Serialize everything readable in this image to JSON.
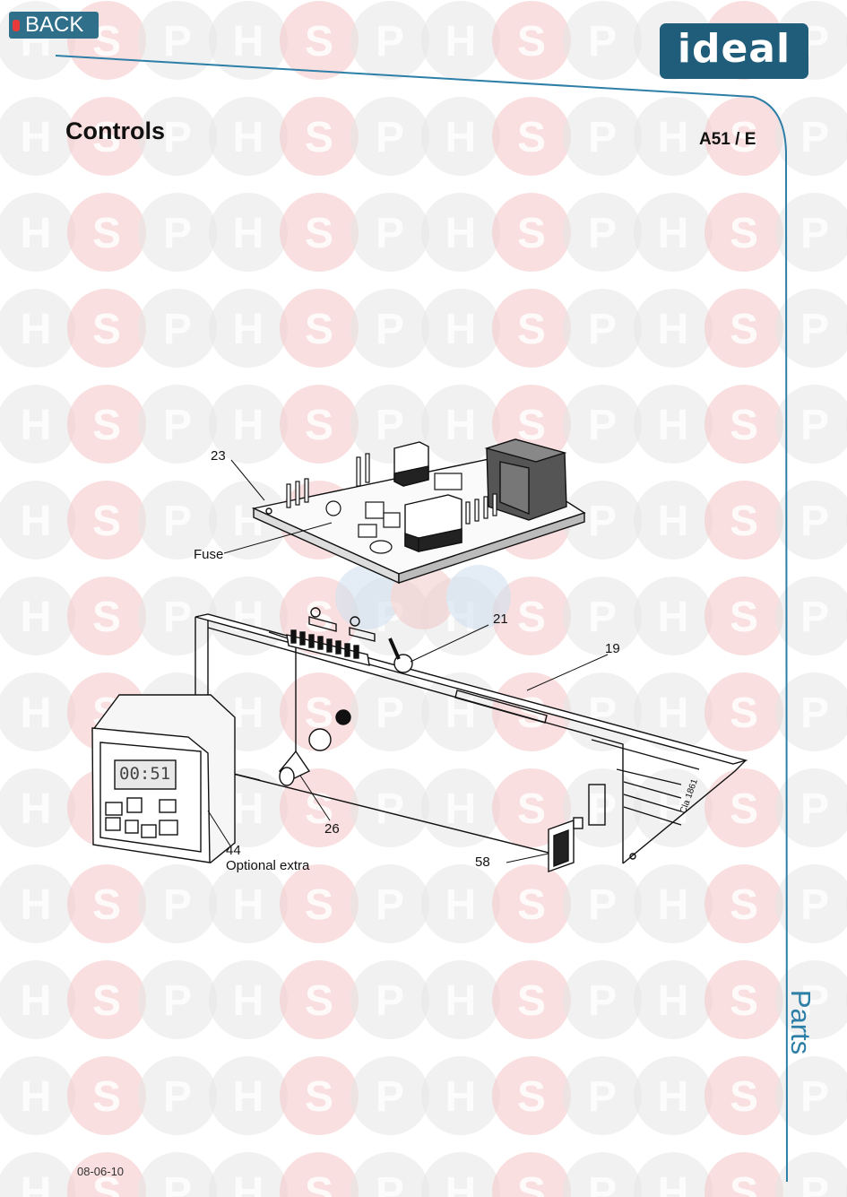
{
  "nav": {
    "back_label": "BACK"
  },
  "brand": {
    "logo_text": "ideal",
    "color": "#1f5d7a"
  },
  "watermark": {
    "letters": [
      "H",
      "S",
      "P"
    ]
  },
  "page": {
    "title": "Controls",
    "model": "A51 / E",
    "section": "Parts",
    "date": "08-06-10"
  },
  "diagram": {
    "labels": {
      "p23": "23",
      "fuse": "Fuse",
      "p21": "21",
      "p19": "19",
      "p26": "26",
      "p44": "44",
      "optional": "Optional extra",
      "p58": "58",
      "ref": "Cla 1861"
    },
    "display_time": "00:51"
  },
  "colors": {
    "accent": "#2e7fa7",
    "back_button": "#2f6f8a",
    "watermark_red": "#f4c4c4",
    "watermark_grey": "#e6e6e6"
  }
}
